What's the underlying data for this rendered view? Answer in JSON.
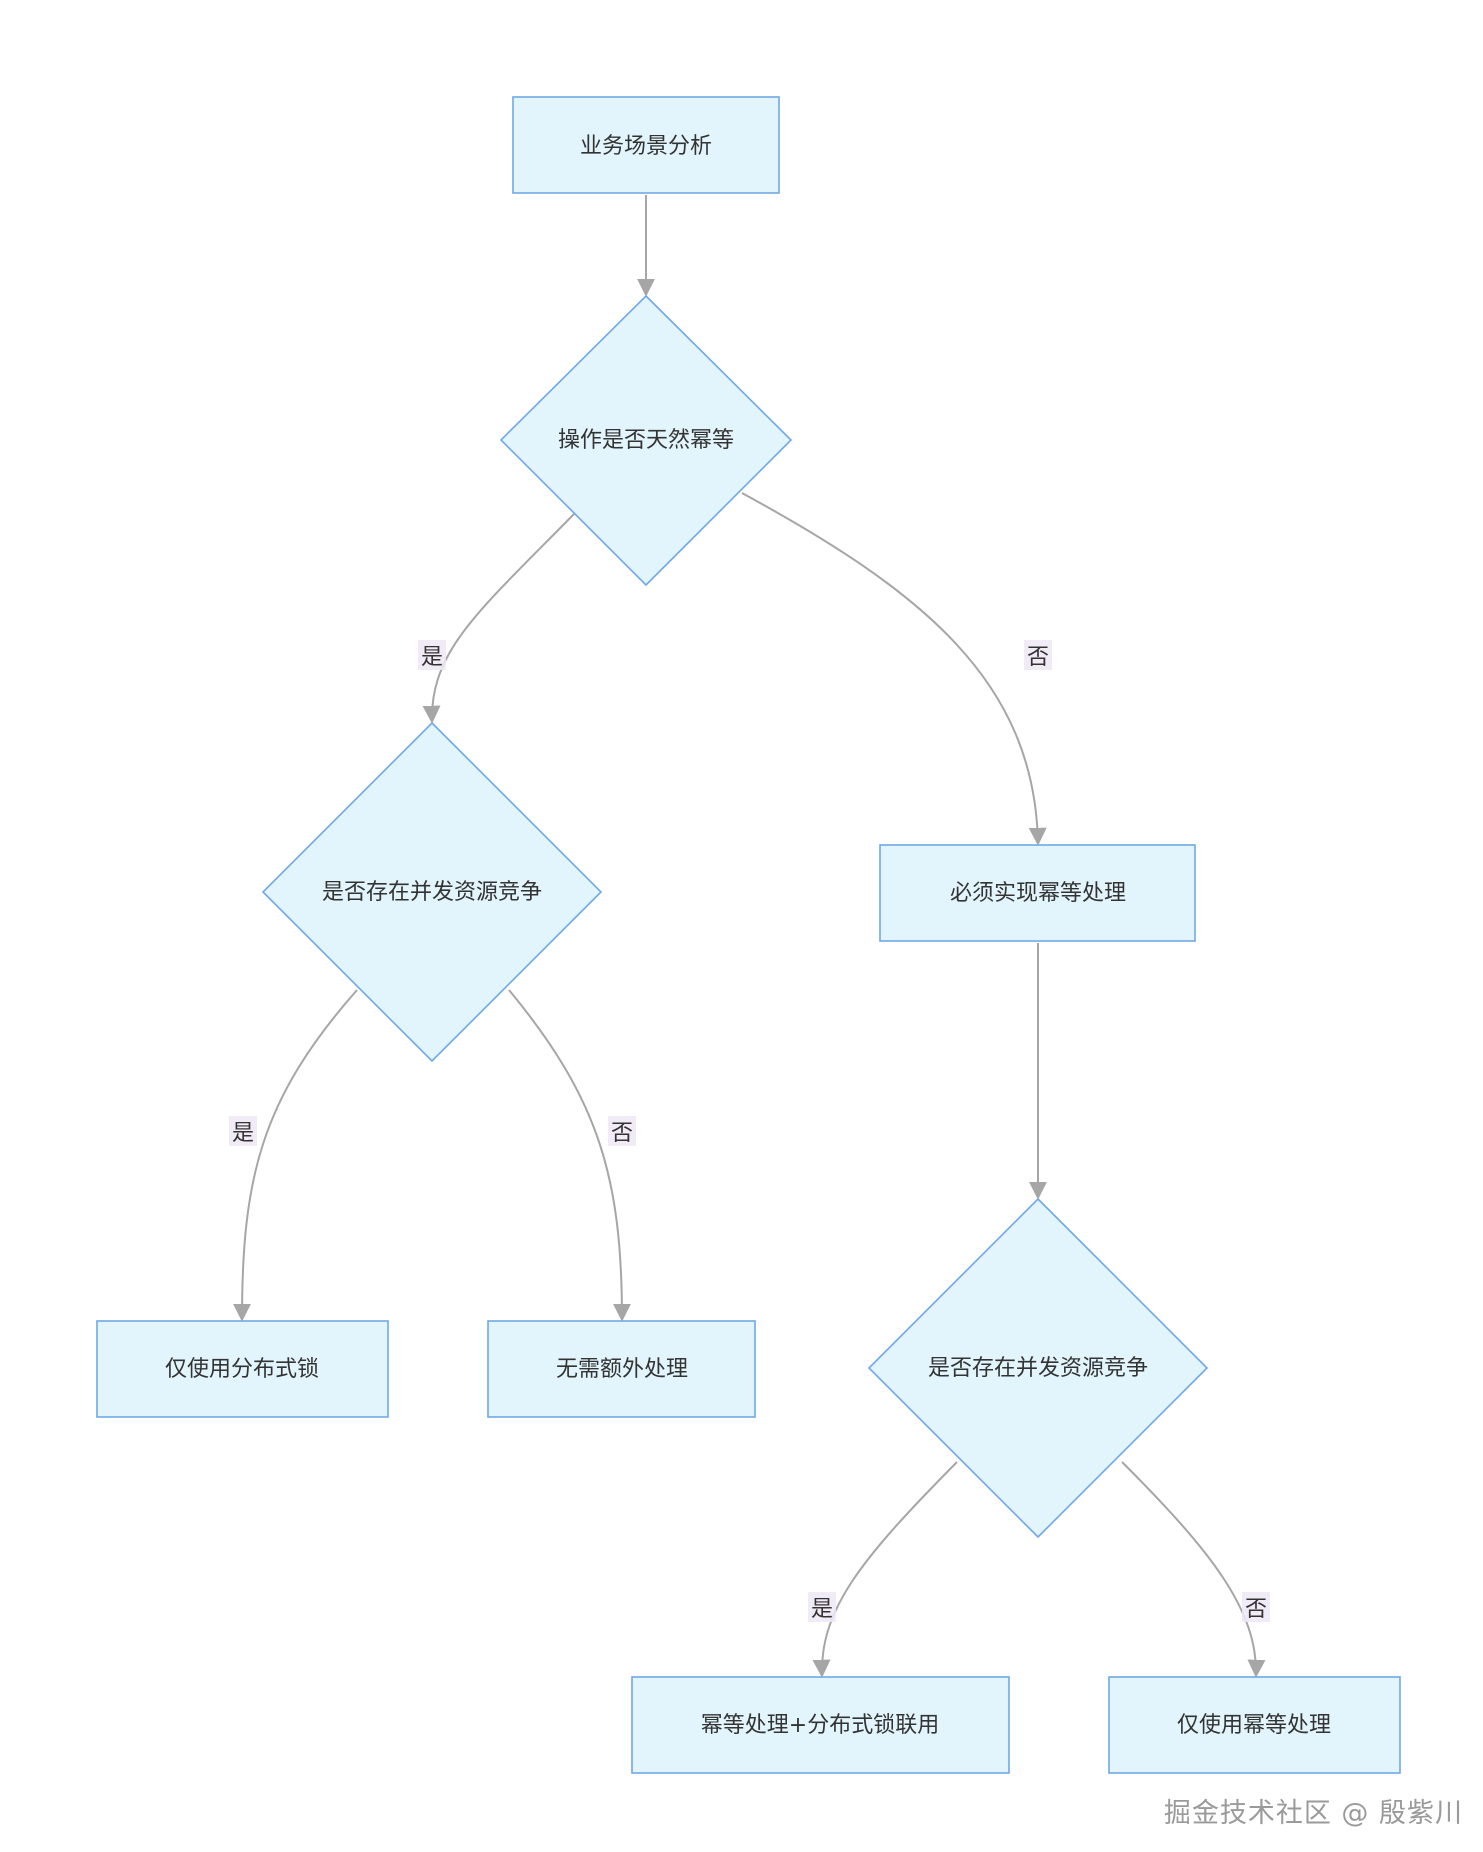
{
  "nodes": {
    "n1": "业务场景分析",
    "n2": "操作是否天然幂等",
    "n3": "是否存在并发资源竞争",
    "n4": "必须实现幂等处理",
    "n5": "仅使用分布式锁",
    "n6": "无需额外处理",
    "n7": "是否存在并发资源竞争",
    "n8": "幂等处理+分布式锁联用",
    "n9": "仅使用幂等处理"
  },
  "edge_labels": {
    "n2_n3": "是",
    "n2_n4": "否",
    "n3_n5": "是",
    "n3_n6": "否",
    "n7_n8": "是",
    "n7_n9": "否"
  },
  "watermark": "掘金技术社区 @ 殷紫川",
  "colors": {
    "node_fill": "#e2f4fc",
    "node_stroke": "#6fa8e6",
    "edge": "#a6a6a6",
    "label_bg": "#ede7f6"
  }
}
